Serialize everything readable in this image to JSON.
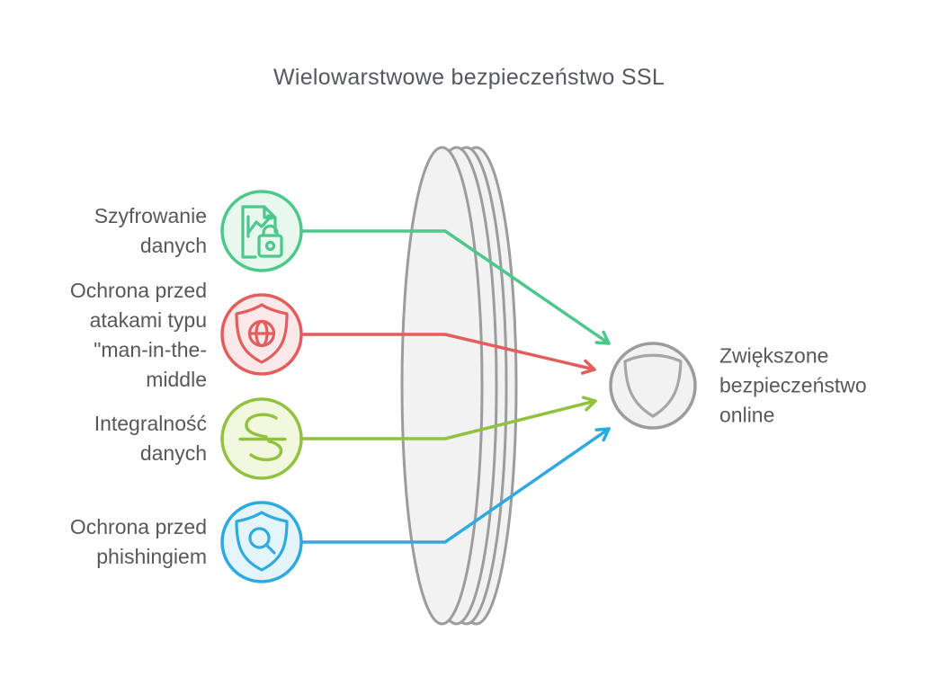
{
  "title": "Wielowarstwowe bezpieczeństwo SSL",
  "items": [
    {
      "label": "Szyfrowanie\ndanych",
      "icon": "document-chart-lock-icon",
      "accent_color": "#4DC88B",
      "fill_color": "#E8F8EF"
    },
    {
      "label": "Ochrona przed\natakami typu\n\"man-in-the-\nmiddle",
      "icon": "shield-globe-icon",
      "accent_color": "#E45D5D",
      "fill_color": "#FBE9E9"
    },
    {
      "label": "Integralność\ndanych",
      "icon": "data-integrity-icon",
      "accent_color": "#92C13F",
      "fill_color": "#F1F8DE"
    },
    {
      "label": "Ochrona przed\nphishingiem",
      "icon": "shield-magnifier-icon",
      "accent_color": "#2FAADF",
      "fill_color": "#E4F4FB"
    }
  ],
  "result": {
    "label": "Zwiększone\nbezpieczeństwo\nonline",
    "icon": "shield-icon",
    "accent_color": "#9C9C9C",
    "fill_color": "#F2F2F2"
  },
  "lens": {
    "shape": "three-layer-lens",
    "stroke_color": "#9C9C9C",
    "fill_color": "#F2F2F2"
  },
  "connections": [
    {
      "from": "Szyfrowanie danych",
      "to": "Zwiększone bezpieczeństwo online",
      "color": "#4DC88B"
    },
    {
      "from": "Ochrona przed atakami typu \"man-in-the-middle",
      "to": "Zwiększone bezpieczeństwo online",
      "color": "#E45D5D"
    },
    {
      "from": "Integralność danych",
      "to": "Zwiększone bezpieczeństwo online",
      "color": "#92C13F"
    },
    {
      "from": "Ochrona przed phishingiem",
      "to": "Zwiększone bezpieczeństwo online",
      "color": "#2FAADF"
    }
  ],
  "text_color": "#58595B"
}
